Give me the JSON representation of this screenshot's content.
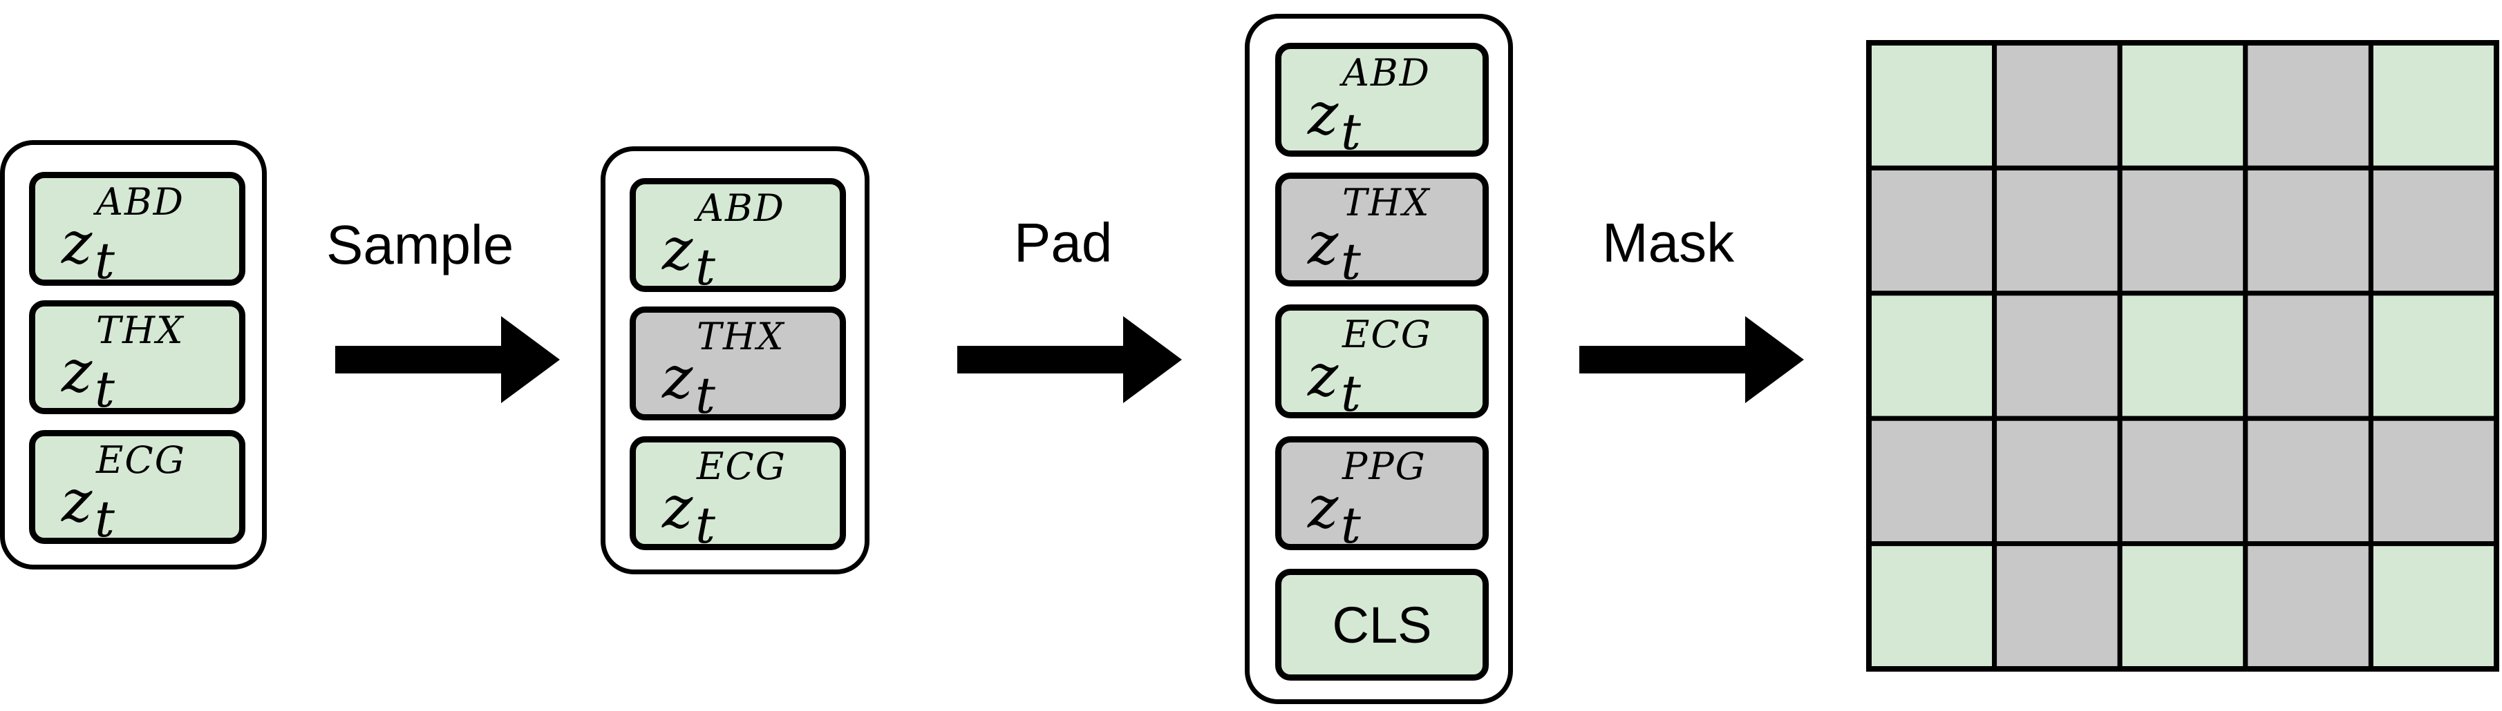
{
  "colors": {
    "present": "#d5e8d4",
    "missing": "#c8c8c8",
    "stroke": "#000000"
  },
  "steps": [
    {
      "label": "Sample"
    },
    {
      "label": "Pad"
    },
    {
      "label": "Mask"
    }
  ],
  "input_group": {
    "tokens": [
      {
        "base": "z",
        "sub": "t",
        "sup": "ABD",
        "status": "present"
      },
      {
        "base": "z",
        "sub": "t",
        "sup": "THX",
        "status": "present"
      },
      {
        "base": "z",
        "sub": "t",
        "sup": "ECG",
        "status": "present"
      }
    ]
  },
  "sampled_group": {
    "tokens": [
      {
        "base": "z",
        "sub": "t",
        "sup": "ABD",
        "status": "present"
      },
      {
        "base": "z",
        "sub": "t",
        "sup": "THX",
        "status": "missing"
      },
      {
        "base": "z",
        "sub": "t",
        "sup": "ECG",
        "status": "present"
      }
    ]
  },
  "padded_group": {
    "tokens": [
      {
        "base": "z",
        "sub": "t",
        "sup": "ABD",
        "status": "present"
      },
      {
        "base": "z",
        "sub": "t",
        "sup": "THX",
        "status": "missing"
      },
      {
        "base": "z",
        "sub": "t",
        "sup": "ECG",
        "status": "present"
      },
      {
        "base": "z",
        "sub": "t",
        "sup": "PPG",
        "status": "missing"
      }
    ],
    "cls_token": {
      "label": "CLS",
      "status": "present"
    }
  },
  "mask_matrix": {
    "rows": [
      [
        "present",
        "missing",
        "present",
        "missing",
        "present"
      ],
      [
        "missing",
        "missing",
        "missing",
        "missing",
        "missing"
      ],
      [
        "present",
        "missing",
        "present",
        "missing",
        "present"
      ],
      [
        "missing",
        "missing",
        "missing",
        "missing",
        "missing"
      ],
      [
        "present",
        "missing",
        "present",
        "missing",
        "present"
      ]
    ]
  }
}
